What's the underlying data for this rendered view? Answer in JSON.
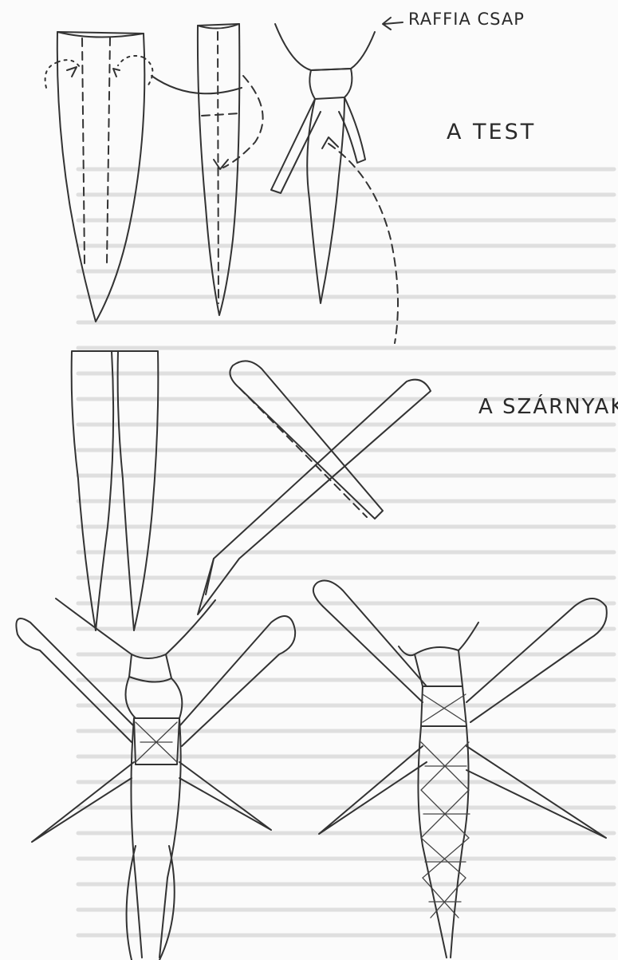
{
  "labels": {
    "raffia_pin": "RAFFIA CSAP",
    "body": "A TEST",
    "wings": "A SZÁRNYAK"
  },
  "colors": {
    "paper": "#fbfbfb",
    "ink": "#333333",
    "bleed_through": "#c9c9c9"
  }
}
